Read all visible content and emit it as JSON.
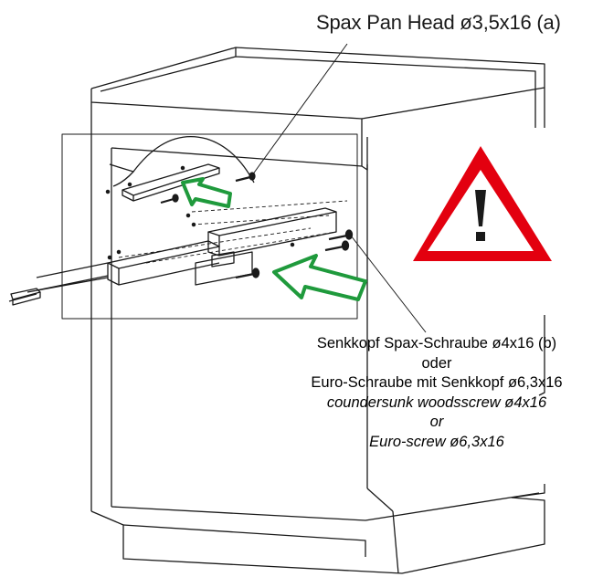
{
  "labels": {
    "screw_a": "Spax Pan Head ø3,5x16 (a)",
    "screw_b_de": "Senkkopf Spax-Schraube ø4x16 (b)",
    "oder": "oder",
    "euro_de": "Euro-Schraube mit Senkkopf ø6,3x16",
    "screw_b_en": "coundersunk woodsscrew ø4x16",
    "or": "or",
    "euro_en": "Euro-screw ø6,3x16"
  },
  "icons": {
    "warning": "warning-triangle-icon",
    "arrows": "direction-arrow-icon"
  },
  "colors": {
    "warning_red": "#e3000f",
    "arrow_green": "#1f9a3c",
    "line": "#1a1a1a"
  }
}
